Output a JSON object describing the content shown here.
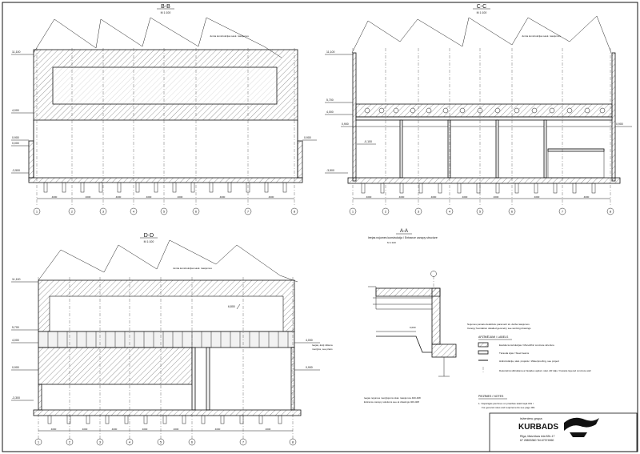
{
  "sections": {
    "bb": {
      "title": "B-B",
      "scale": "M 1:100"
    },
    "cc": {
      "title": "C-C",
      "scale": "M 1:100"
    },
    "dd": {
      "title": "D-D",
      "scale": "M 1:100"
    },
    "aa": {
      "title": "A-A"
    }
  },
  "notes": {
    "roof_bb": "Jumta konstrukcijas sask. rasējumus",
    "roof_cc": "Jumta konstrukcijas sask. rasējumus",
    "roof_dd": "Jumta konstrukcijas sask. rasējumus",
    "canopy_1": "Ieejas nojumes konstrukcija / Entrance canopy structure",
    "canopy_scale": "M 1:100",
    "canopy_foot_1": "Ieejas nojumes mezglojums skat. rasējumos 400-408",
    "canopy_foot_2": "Entrance canopy solutions see at drawings 400-408",
    "left_note_1": "Ieejas, ārēji zāliena",
    "left_note_2": "mezglos, see plans",
    "aa_note_1": "Nojumes pamatu detalizētu parametri sk. darba rasējumos",
    "aa_note_2": "Canopy foundation detailed geometry see working drawings"
  },
  "elevations": {
    "top": "11,100",
    "e1": "5,700",
    "e2": "4,000",
    "e3": "0,900",
    "e4": "0,000",
    "e5": "-0,100",
    "e6": "-3,500",
    "e7": "-3,300",
    "dd_mid": "6,800"
  },
  "axes": [
    "1",
    "2",
    "3",
    "4",
    "5",
    "6",
    "7",
    "8"
  ],
  "spans": [
    "4000",
    "4000",
    "4000",
    "4000",
    "4000",
    "4000",
    "4000"
  ],
  "legend": {
    "title": "APZĪMĒJUMI / LABELS",
    "rows": [
      "Esošās konstrukcijas / Monolithic concrete structure",
      "Tērauda sijas / Steel beams",
      "Hidroizolācija, skat. projektu / Waterproofing, see project",
      "Dekoratīvā siltināšana ar fasādes apdari, skat. AR daļu / Facade layered concrete wall"
    ]
  },
  "general_notes": {
    "title": "PIEZĪMES / NOTES",
    "line1": "1. Vispārīgās piezīmes un prasības skatīt lapā 001 /",
    "line2": "For general notes and requirements see page 001"
  },
  "title_block": {
    "company_small": "inženieru grupa",
    "company": "KURBADS",
    "address": "Rīga, Maiznīcas iela 52b-17",
    "phone": "67 28803360 Tel.67374960"
  },
  "colors": {
    "ink": "#111111",
    "hatch": "#555555",
    "paper": "#ffffff"
  }
}
